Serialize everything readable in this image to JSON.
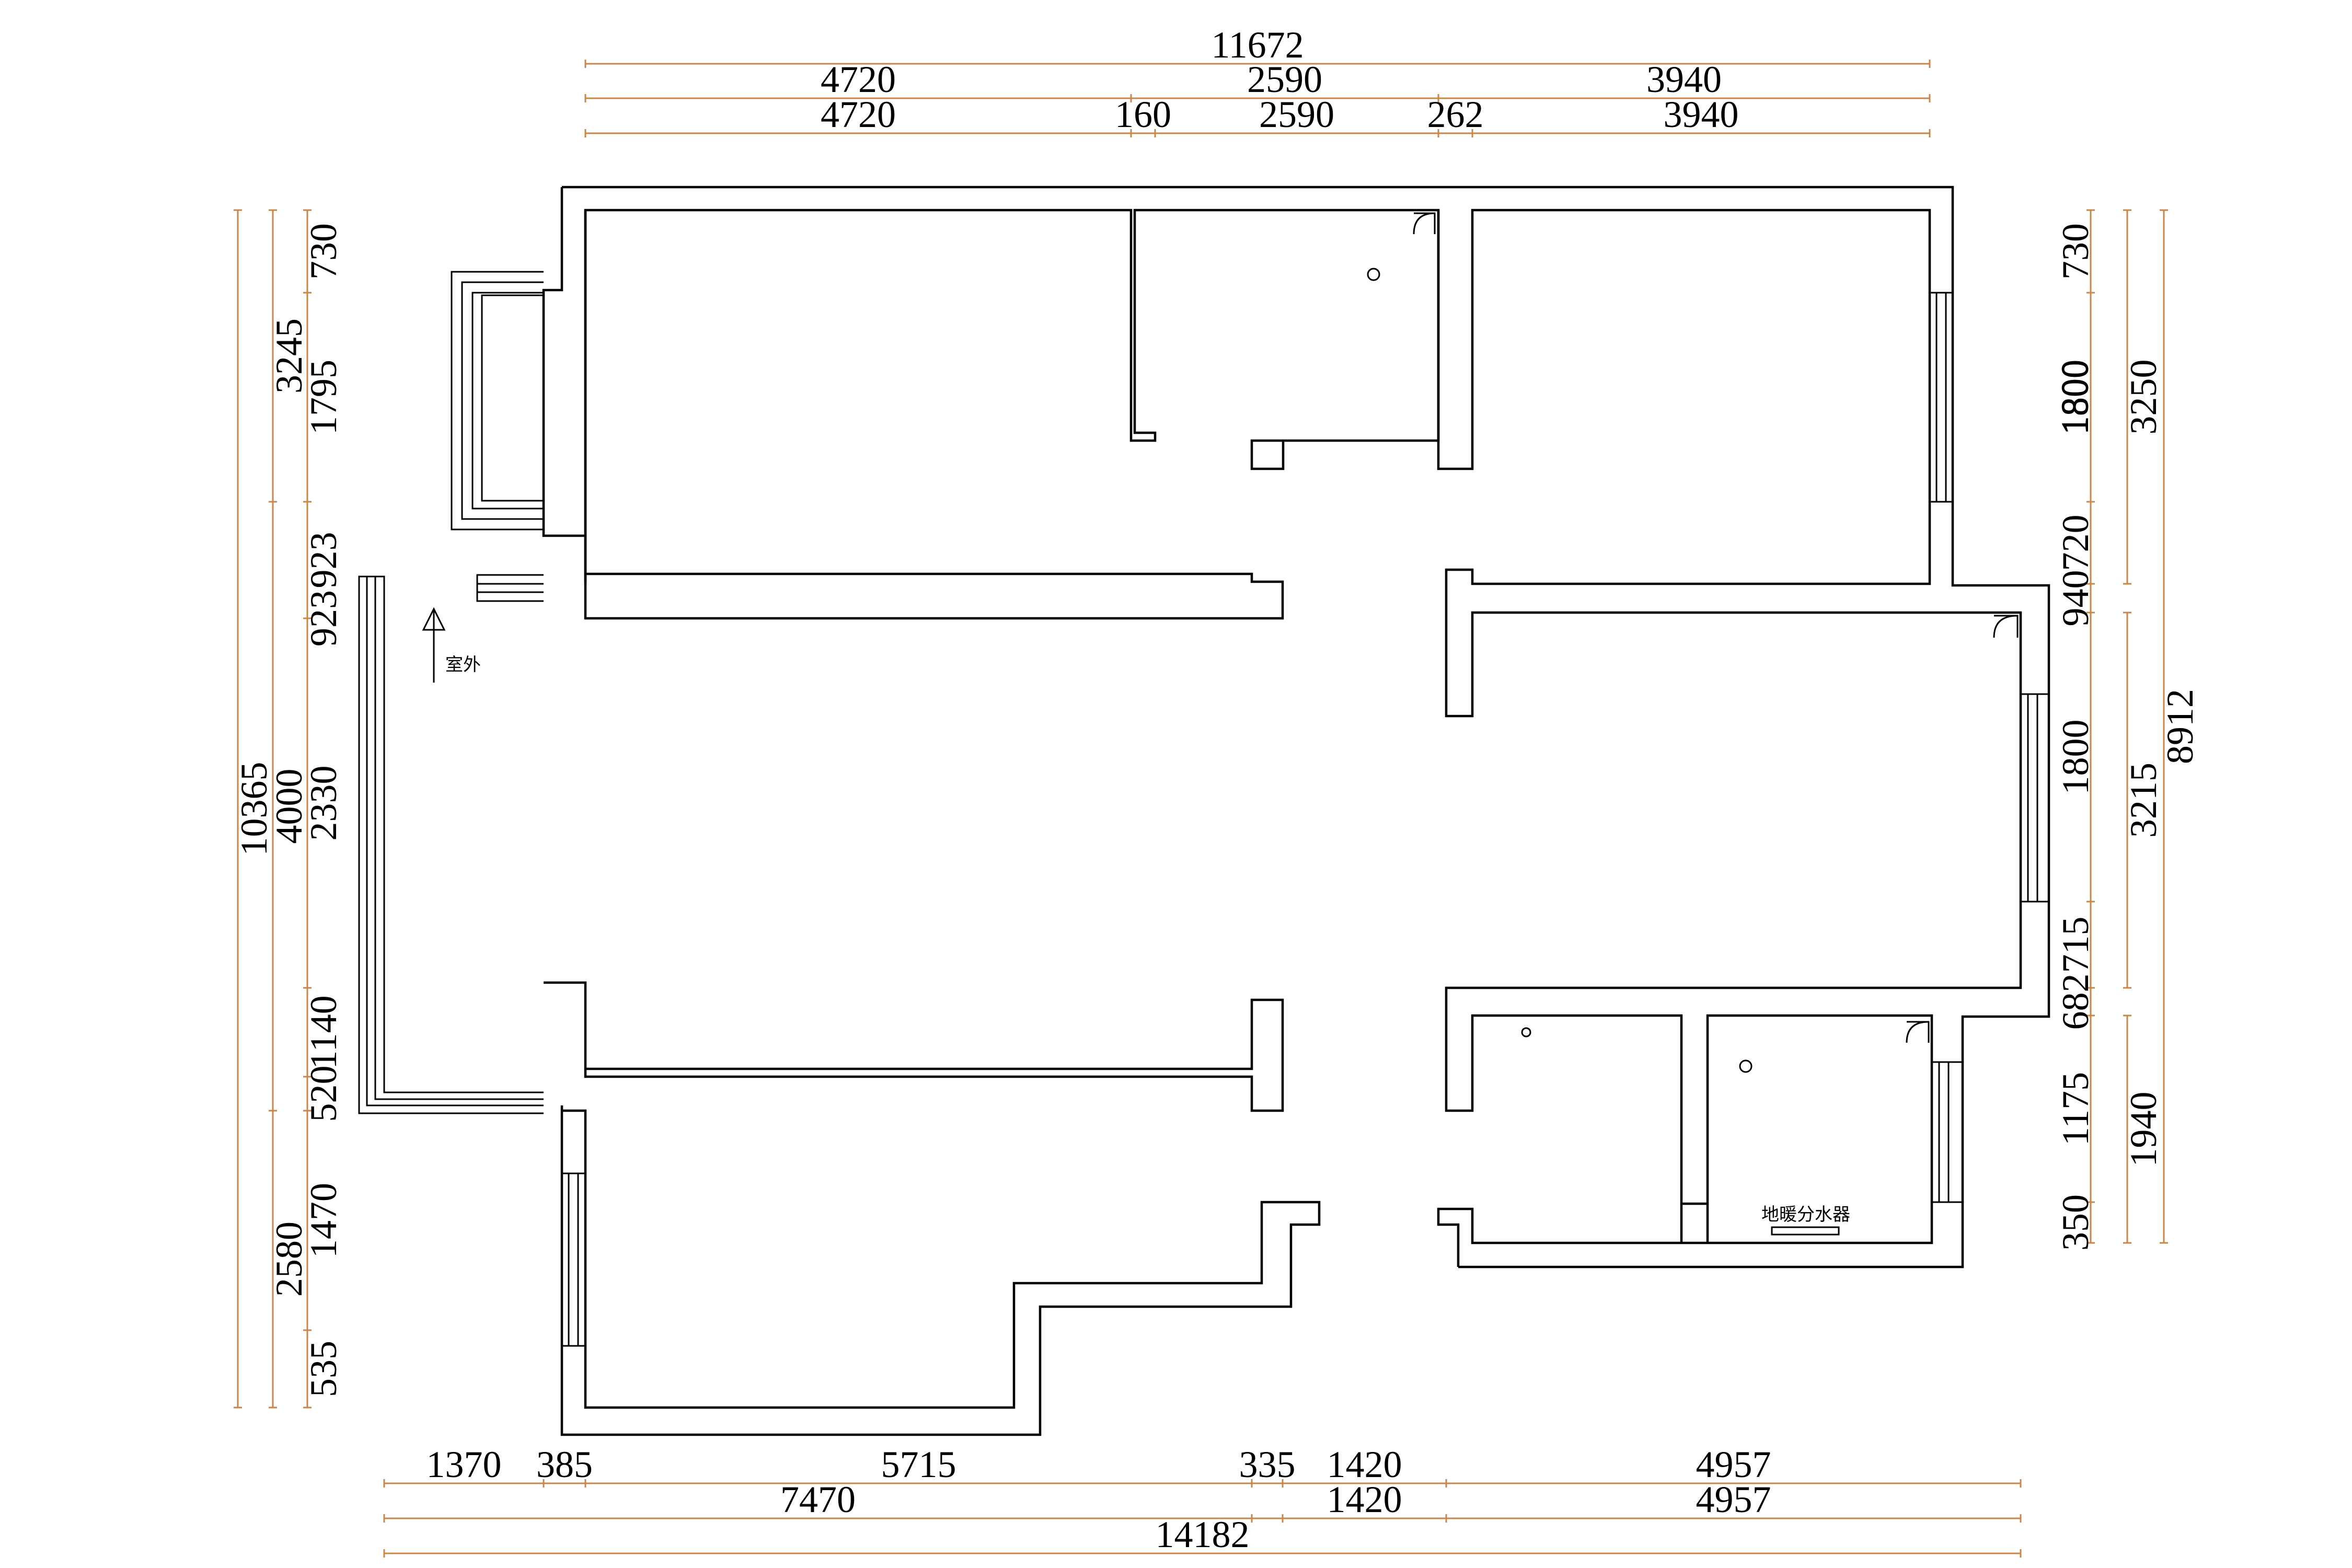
{
  "dimensions": {
    "top_total": "11672",
    "top_row1": [
      "4720",
      "2590",
      "3940"
    ],
    "top_row2": [
      "4720",
      "160",
      "2590",
      "262",
      "3940"
    ],
    "left_total": "10365",
    "left_mid": [
      "3245",
      "4000",
      "2580"
    ],
    "left_inner": [
      "730",
      "1795",
      "923",
      "923",
      "2330",
      "1140",
      "520",
      "1470",
      "535"
    ],
    "right_inner": [
      "730",
      "1800",
      "720",
      "940",
      "1800",
      "715",
      "682",
      "1175",
      "350"
    ],
    "right_overlap": "1800",
    "right_mid": [
      "3250",
      "3215",
      "1940"
    ],
    "right_total": "8912",
    "bottom_row1": [
      "1370",
      "385",
      "5715",
      "335",
      "1420",
      "4957"
    ],
    "bottom_row2": [
      "7470",
      "1420",
      "4957"
    ],
    "bottom_total": "14182"
  },
  "labels": {
    "outdoor": "室外",
    "manifold": "地暖分水器"
  },
  "colors": {
    "dimension_line": "#c8864a",
    "wall": "#000000"
  }
}
